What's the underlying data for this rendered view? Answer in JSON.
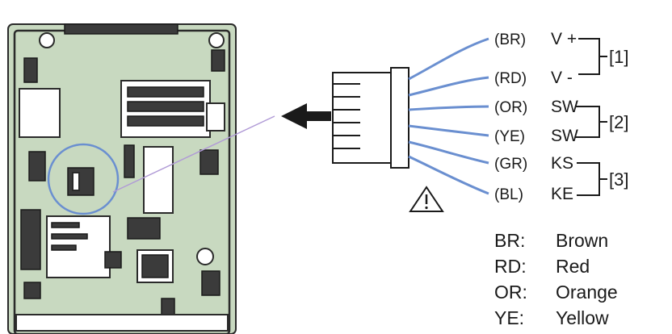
{
  "wires": [
    {
      "code": "(BR)",
      "signal": "V +"
    },
    {
      "code": "(RD)",
      "signal": "V -"
    },
    {
      "code": "(OR)",
      "signal": "SW"
    },
    {
      "code": "(YE)",
      "signal": "SW"
    },
    {
      "code": "(GR)",
      "signal": "KS"
    },
    {
      "code": "(BL)",
      "signal": "KE"
    }
  ],
  "groups": [
    "[1]",
    "[2]",
    "[3]"
  ],
  "legend": [
    {
      "abbr": "BR:",
      "name": "Brown"
    },
    {
      "abbr": "RD:",
      "name": "Red"
    },
    {
      "abbr": "OR:",
      "name": "Orange"
    },
    {
      "abbr": "YE:",
      "name": "Yellow"
    }
  ],
  "colors": {
    "wire": "#6a8fd0",
    "board": "#c8d9c0",
    "ink": "#1a1a1a"
  },
  "icons": {
    "warning": "warning-triangle-icon",
    "arrow": "arrow-left-icon"
  }
}
